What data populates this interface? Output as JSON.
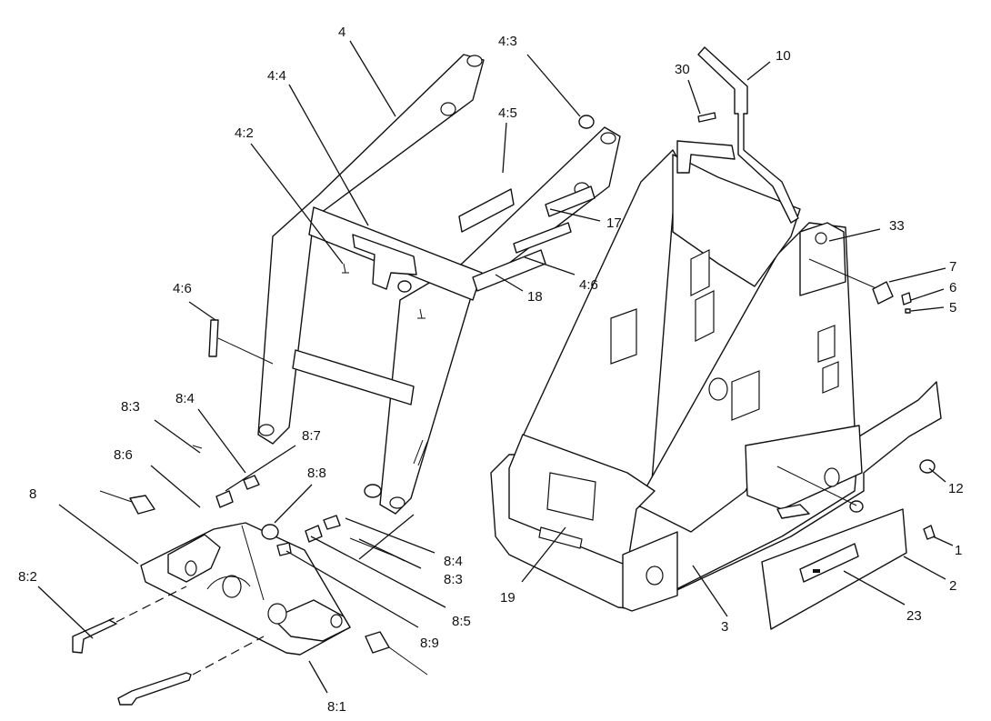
{
  "callouts": {
    "c1": "1",
    "c2": "2",
    "c3": "3",
    "c4": "4",
    "c5": "5",
    "c6": "6",
    "c7": "7",
    "c8": "8",
    "c10": "10",
    "c12": "12",
    "c17": "17",
    "c18": "18",
    "c19": "19",
    "c23": "23",
    "c30": "30",
    "c33": "33",
    "c4_2": "4:2",
    "c4_3": "4:3",
    "c4_4": "4:4",
    "c4_5": "4:5",
    "c4_6a": "4:6",
    "c4_6b": "4:6",
    "c8_1": "8:1",
    "c8_2": "8:2",
    "c8_3a": "8:3",
    "c8_3b": "8:3",
    "c8_4a": "8:4",
    "c8_4b": "8:4",
    "c8_5": "8:5",
    "c8_6": "8:6",
    "c8_7": "8:7",
    "c8_8": "8:8",
    "c8_9": "8:9"
  }
}
